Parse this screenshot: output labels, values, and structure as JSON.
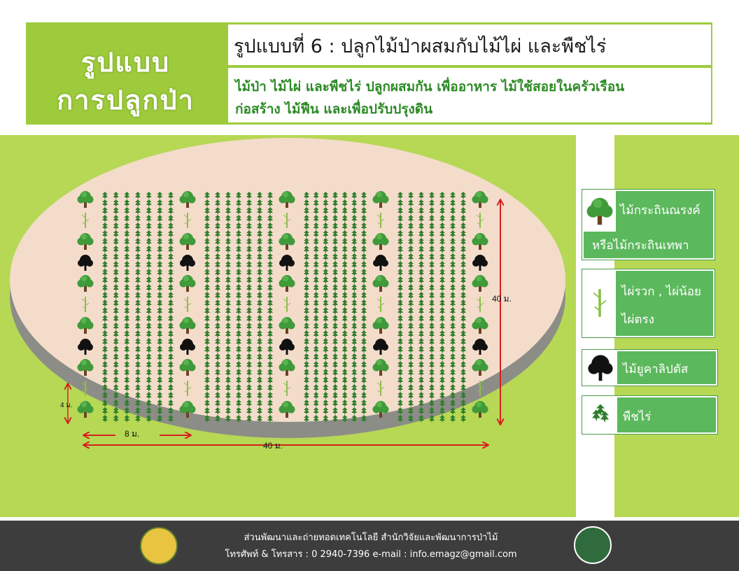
{
  "header": {
    "left_line1": "รูปแบบ",
    "left_line2": "การปลูกป่า",
    "title": "รูปแบบที่ 6 : ปลูกไม้ป่าผสมกับไม้ไผ่ และพืชไร่",
    "desc_line1": "ไม้ป่า ไม้ไผ่ และพืชไร่ ปลูกผสมกัน เพื่ออาหาร ไม้ใช้สอยในครัวเรือน",
    "desc_line2": "ก่อสร้าง ไม้ฟืน และเพื่อปรับปรุงดิน"
  },
  "dimensions": {
    "height_label": "40 ม.",
    "width_label": "40 ม.",
    "row_spacing_label": "8 ม.",
    "tree_spacing_label": "4 ม."
  },
  "legend": [
    {
      "icon": "tree-icon",
      "lines": [
        "ไม้กระถินณรงค์",
        "หรือไม้กระถินเทพา"
      ]
    },
    {
      "icon": "bamboo-icon",
      "lines": [
        "ไผ่รวก , ไผ่น้อย",
        "ไผ่ตรง"
      ]
    },
    {
      "icon": "eucalyptus-icon",
      "lines": [
        "ไม้ยูคาลิปตัส"
      ]
    },
    {
      "icon": "crop-icon",
      "lines": [
        "พืชไร่"
      ]
    }
  ],
  "footer": {
    "line1": "ส่วนพัฒนาและถ่ายทอดเทคโนโลยี  สำนักวิจัยและพัฒนาการป่าไม้",
    "line2": "โทรศัพท์ & โทรสาร : 0  2940-7396 e-mail : info.emagz@gmail.com"
  },
  "colors": {
    "green": "#9dcb3c",
    "field": "#b6d855",
    "legend": "#5cb85c",
    "arrow": "#d62020",
    "footer": "#3d3d3d"
  }
}
